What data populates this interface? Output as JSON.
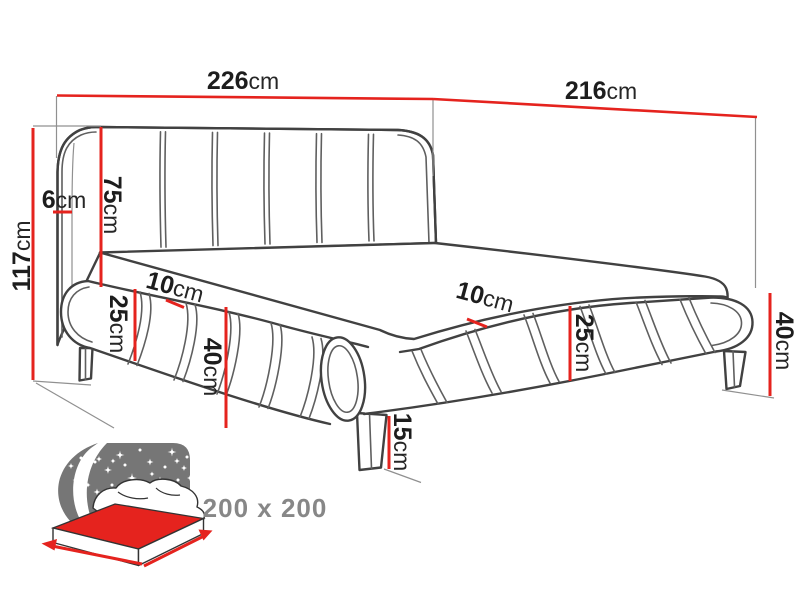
{
  "diagram": {
    "type": "furniture-dimension-diagram",
    "subject": "upholstered-bed",
    "labels": {
      "headboard_width": {
        "value": "226",
        "unit": "cm"
      },
      "side_length": {
        "value": "216",
        "unit": "cm"
      },
      "total_height": {
        "value": "117",
        "unit": "cm"
      },
      "side_panel": {
        "value": "6",
        "unit": "cm"
      },
      "headboard_height": {
        "value": "75",
        "unit": "cm"
      },
      "mattress_left": {
        "value": "10",
        "unit": "cm"
      },
      "rail_left": {
        "value": "25",
        "unit": "cm"
      },
      "base_left": {
        "value": "40",
        "unit": "cm"
      },
      "mattress_front": {
        "value": "10",
        "unit": "cm"
      },
      "rail_right": {
        "value": "25",
        "unit": "cm"
      },
      "base_right": {
        "value": "40",
        "unit": "cm"
      },
      "leg_height": {
        "value": "15",
        "unit": "cm"
      }
    },
    "size_label": "200 x 200",
    "colors": {
      "dimension_red": "#e5231e",
      "icon_sky_gray": "#767676",
      "size_label_gray": "#878787",
      "line_dark": "#414141"
    }
  }
}
